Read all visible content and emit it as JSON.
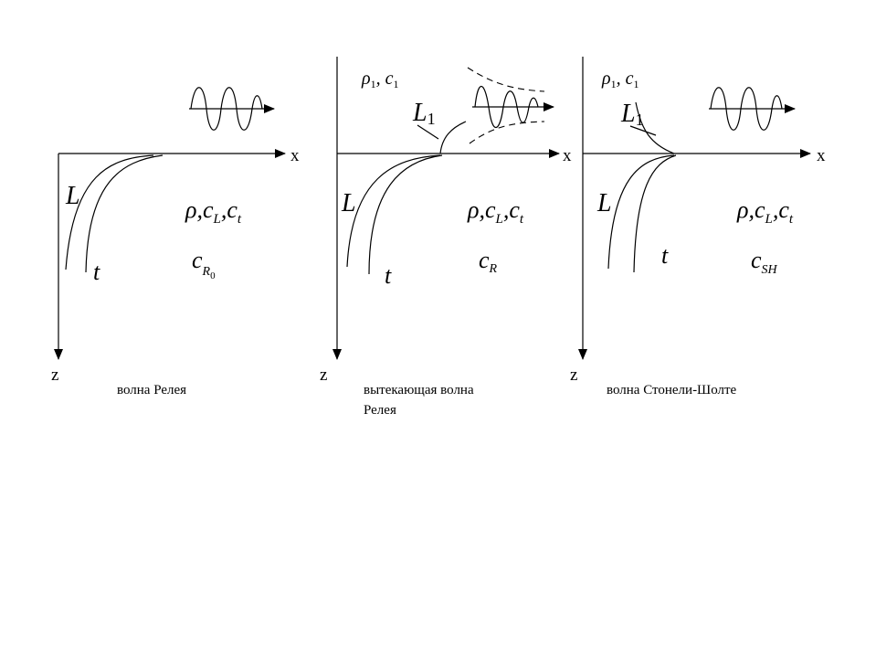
{
  "panels": [
    {
      "id": "rayleigh",
      "x_label": "x",
      "z_label": "z",
      "caption": "волна Релея",
      "caption_line2": "",
      "curve_L": "L",
      "curve_t": "t",
      "medium": "ρ,c",
      "medium_L": "L",
      "medium_sep": ",c",
      "medium_t": "t",
      "velocity": "c",
      "velocity_sub": "R",
      "velocity_sub2": "0"
    },
    {
      "id": "leaky-rayleigh",
      "x_label": "x",
      "z_label": "z",
      "caption": "вытекающая волна",
      "caption_line2": "Релея",
      "upper_medium": "ρ",
      "upper_medium_sub": "1",
      "upper_medium_sep": ", c",
      "upper_medium_sub2": "1",
      "curve_L1": "L",
      "curve_L1_sub": "1",
      "curve_L": "L",
      "curve_t": "t",
      "medium": "ρ,c",
      "medium_L": "L",
      "medium_sep": ",c",
      "medium_t": "t",
      "velocity": "c",
      "velocity_sub": "R"
    },
    {
      "id": "stoneley-scholte",
      "x_label": "x",
      "z_label": "z",
      "caption": "волна Стонели-Шолте",
      "caption_line2": "",
      "upper_medium": "ρ",
      "upper_medium_sub": "1",
      "upper_medium_sep": ", c",
      "upper_medium_sub2": "1",
      "curve_L1": "L",
      "curve_L1_sub": "1",
      "curve_L": "L",
      "curve_t": "t",
      "medium": "ρ,c",
      "medium_L": "L",
      "medium_sep": ",c",
      "medium_t": "t",
      "velocity": "c",
      "velocity_sub": "SH"
    }
  ]
}
